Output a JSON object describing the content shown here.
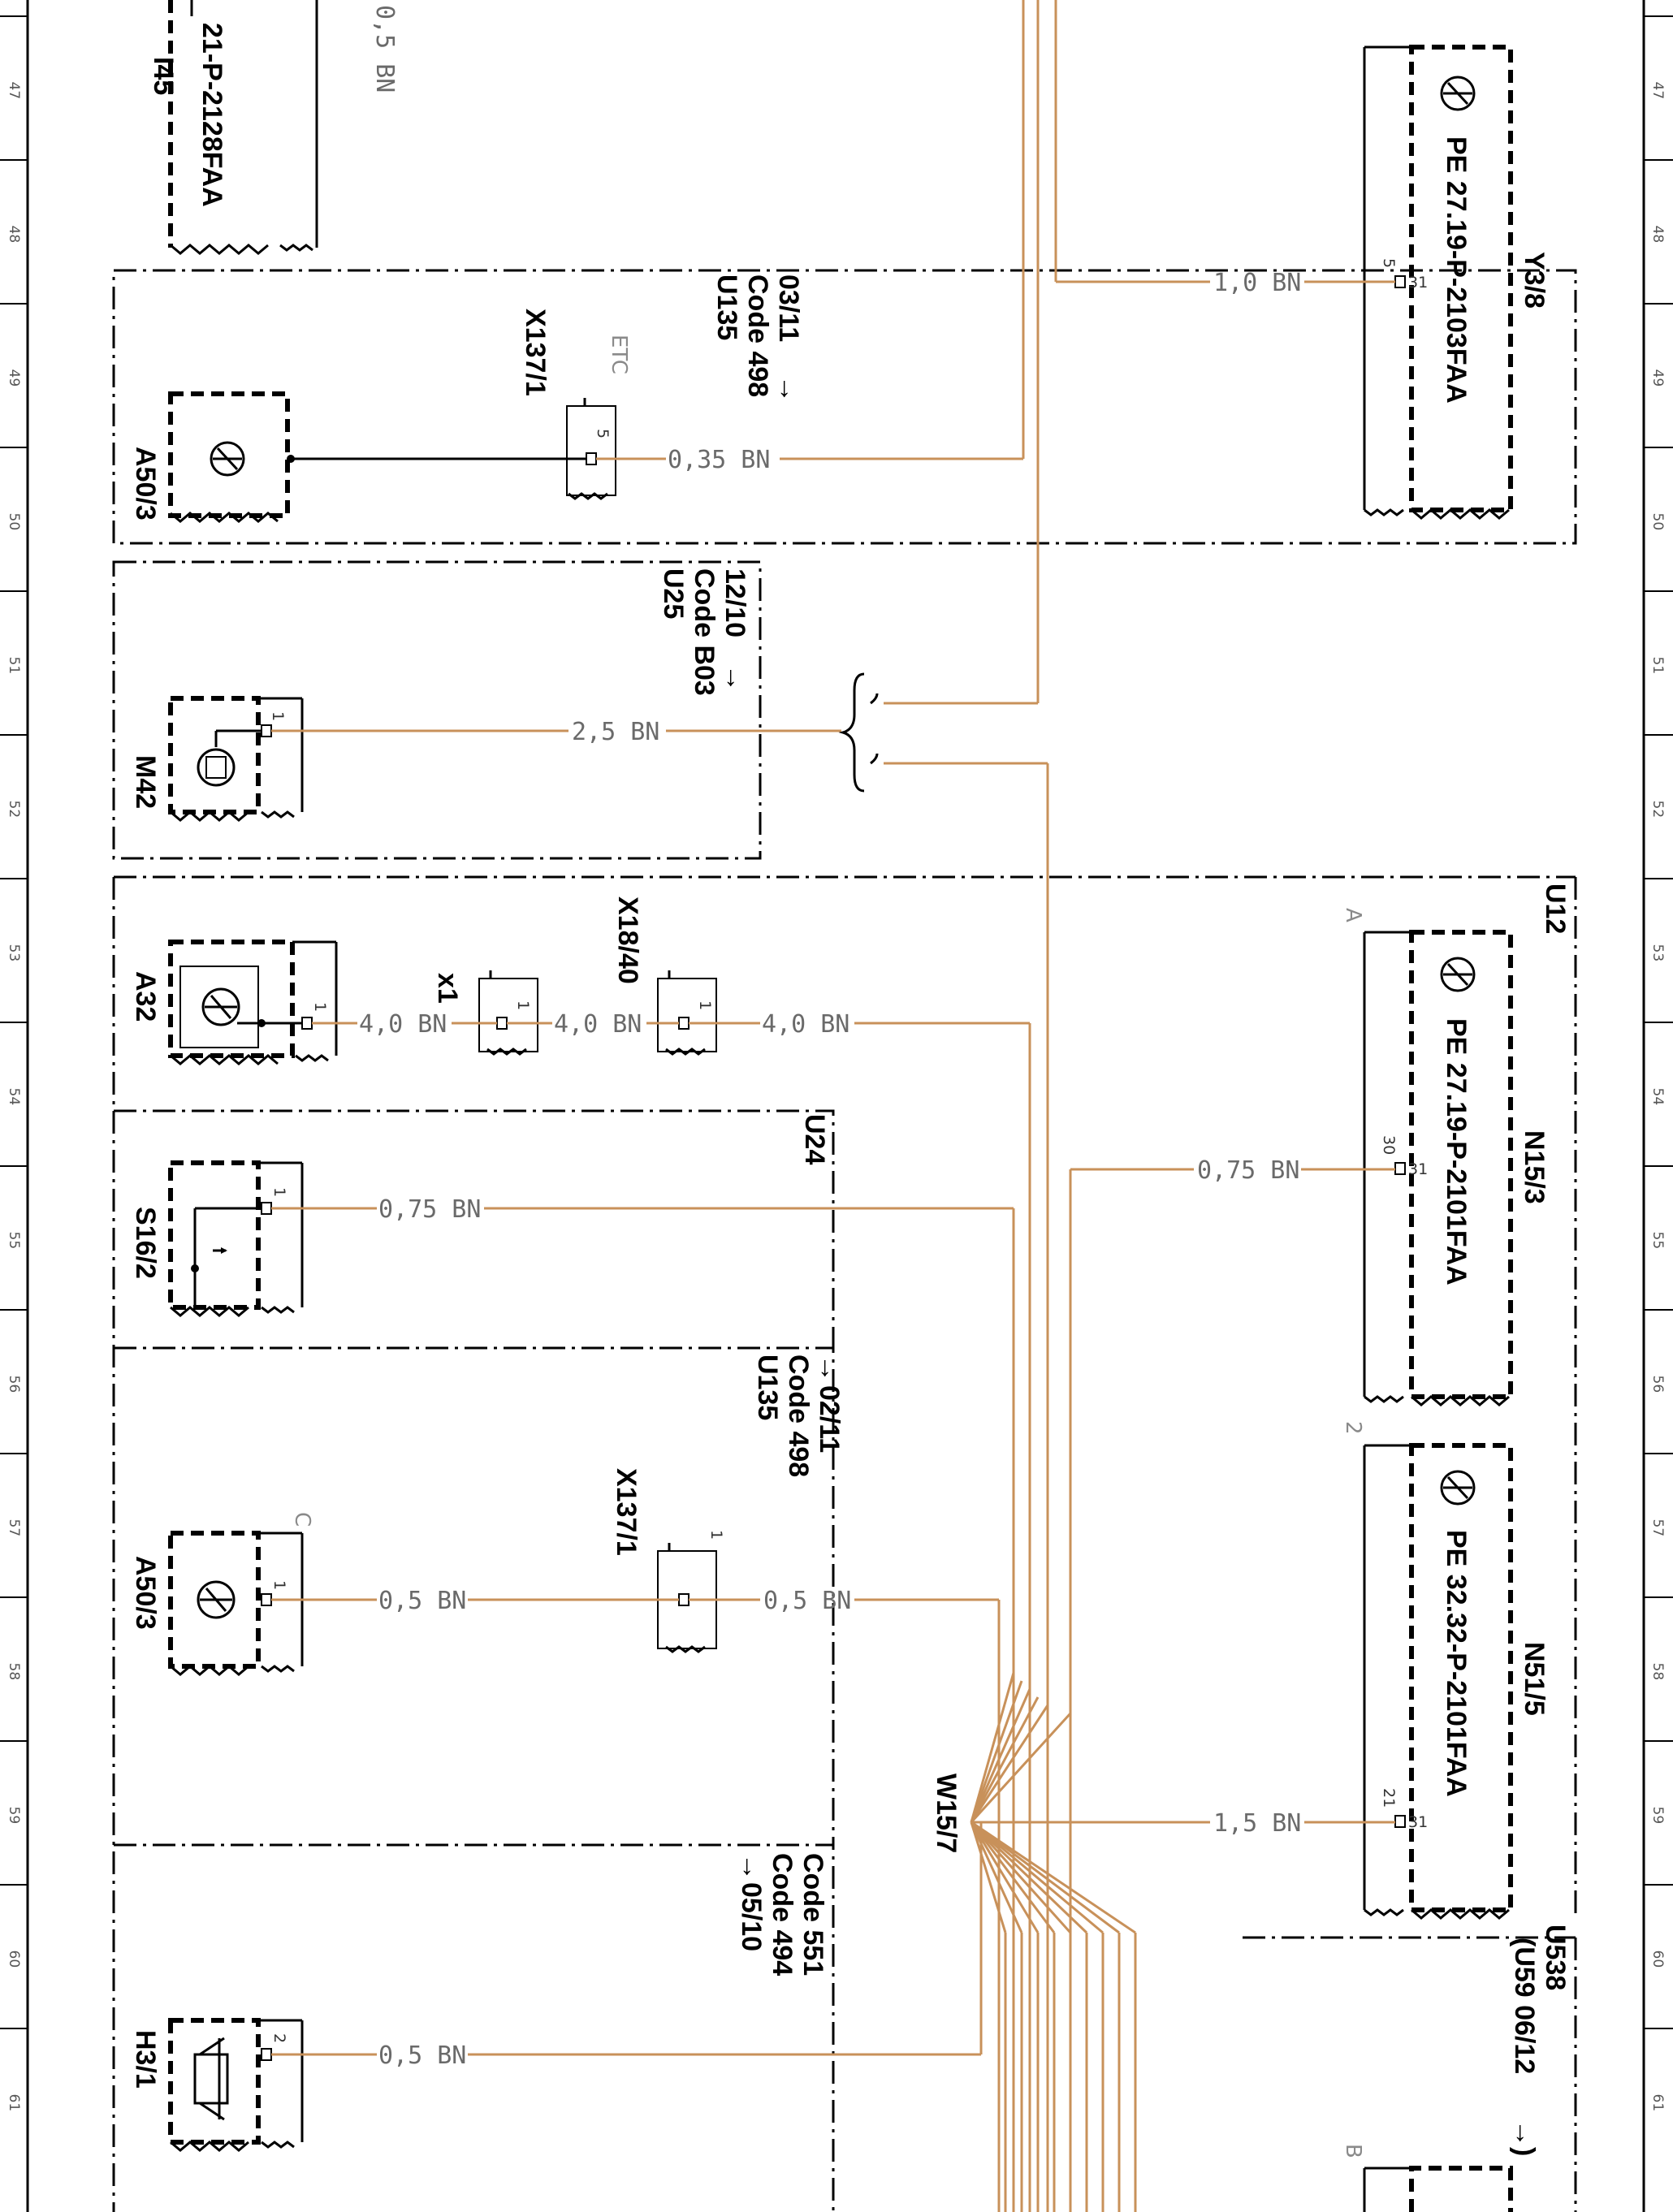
{
  "grid_left": [
    "47",
    "48",
    "49",
    "50",
    "51",
    "52",
    "53",
    "54",
    "55",
    "56",
    "57",
    "58",
    "59",
    "60",
    "61"
  ],
  "grid_right": [
    "47",
    "48",
    "49",
    "50",
    "51",
    "52",
    "53",
    "54",
    "55",
    "56",
    "57",
    "58",
    "59",
    "60",
    "61"
  ],
  "components": {
    "top_left_block_name": "I45",
    "top_left_block_doc": "21-P-2128FAA",
    "top_left_wire": "0,5 BN",
    "a50_3_top": {
      "name": "A50/3",
      "conn": "X137/1",
      "etc": "ETC",
      "pin": "5",
      "wire": "0,35 BN",
      "date": "03/11",
      "code": "Code 498",
      "u": "U135"
    },
    "m42": {
      "name": "M42",
      "pin": "1",
      "wire": "2,5 BN",
      "date": "12/10",
      "code": "Code B03",
      "u": "U25"
    },
    "a32": {
      "name": "A32",
      "pin": "1",
      "wire1": "4,0 BN",
      "x1": "x1",
      "x1_pin": "1",
      "wire2": "4,0 BN",
      "x18": "X18/40",
      "x18_pin": "1",
      "wire3": "4,0 BN"
    },
    "s16_2": {
      "name": "S16/2",
      "pin": "1",
      "wire": "0,75 BN",
      "u": "U24"
    },
    "a50_3_bottom": {
      "name": "A50/3",
      "pin_label": "C",
      "pin": "1",
      "wire1": "0,5 BN",
      "conn": "X137/1",
      "conn_pin": "1",
      "wire2": "0,5 BN",
      "date": "02/11",
      "code": "Code 498",
      "u": "U135"
    },
    "h3_1": {
      "name": "H3/1",
      "pin": "2",
      "wire": "0,5 BN",
      "code1": "Code 551",
      "code2": "Code 494",
      "date": "05/10"
    },
    "splice": "W15/7",
    "y3_8": {
      "name": "Y3/8",
      "doc": "PE 27.19-P-2103FAA",
      "pin_in": "5",
      "pin": "31",
      "wire": "1,0 BN"
    },
    "n15_3": {
      "name": "N15/3",
      "doc": "PE 27.19-P-2101FAA",
      "pin_in": "30",
      "pin": "31",
      "wire": "0,75 BN",
      "variant": "A",
      "u": "U12"
    },
    "n51_5": {
      "name": "N51/5",
      "doc": "PE 32.32-P-2101FAA",
      "pin_in": "21",
      "pin": "31",
      "wire": "1,5 BN",
      "variant": "2"
    },
    "bottom_right": {
      "u": "U538",
      "note": "(U59 06/12",
      "variant": "B"
    }
  }
}
